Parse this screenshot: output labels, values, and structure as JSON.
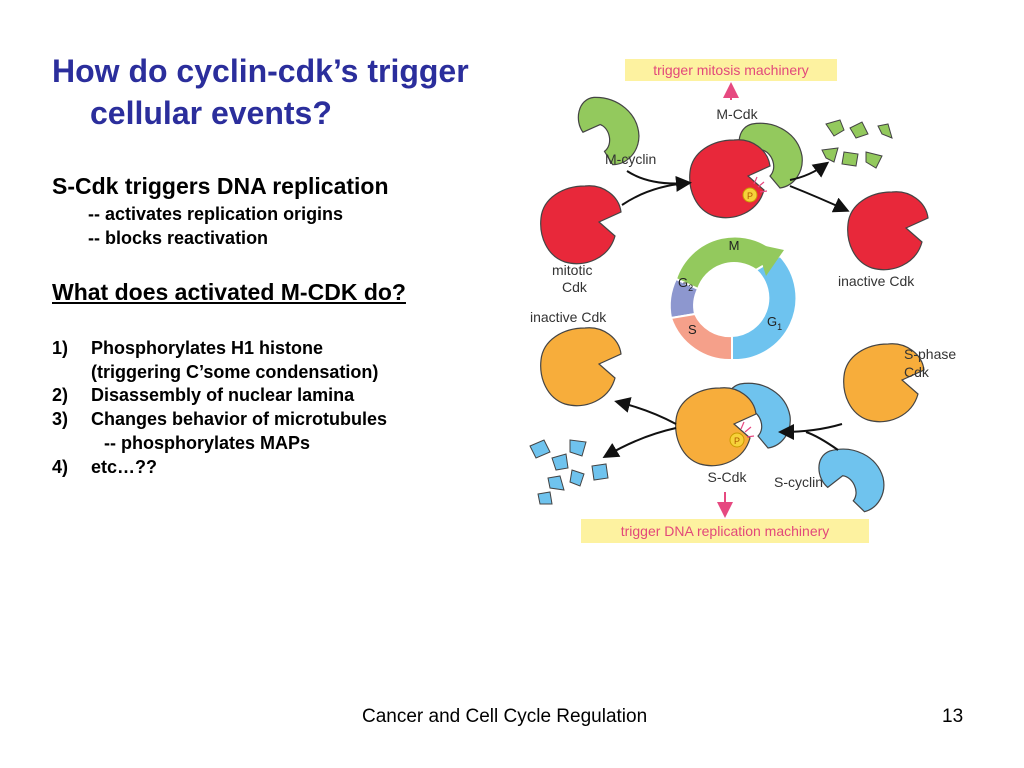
{
  "slide": {
    "title_line1": "How do cyclin-cdk’s trigger",
    "title_line2": "cellular events?",
    "scdk_heading": "S-Cdk triggers DNA replication",
    "scdk_point1": "-- activates replication origins",
    "scdk_point2": "-- blocks reactivation",
    "mcdk_question": "What does activated M-CDK do?",
    "items": [
      {
        "num": "1)",
        "line1": "Phosphorylates H1 histone",
        "line2": "(triggering  C’some condensation)"
      },
      {
        "num": "2)",
        "line1": "Disassembly of nuclear lamina"
      },
      {
        "num": "3)",
        "line1": "Changes behavior of microtubules",
        "line2": "-- phosphorylates MAPs"
      },
      {
        "num": "4)",
        "line1": "etc…??"
      }
    ],
    "footer_title": "Cancer and Cell Cycle Regulation",
    "page_number": "13"
  },
  "diagram": {
    "top_box": "trigger mitosis machinery",
    "bottom_box": "trigger DNA replication machinery",
    "m_cdk": "M-Cdk",
    "m_cyclin": "M-cyclin",
    "mitotic_cdk_1": "mitotic",
    "mitotic_cdk_2": "Cdk",
    "inactive_cdk_right": "inactive Cdk",
    "inactive_cdk_left": "inactive Cdk",
    "s_phase_cdk_1": "S-phase",
    "s_phase_cdk_2": "Cdk",
    "s_cdk": "S-Cdk",
    "s_cyclin": "S-cyclin",
    "phosphate": "P",
    "phase_m": "M",
    "phase_g2": "G",
    "phase_g2_sub": "2",
    "phase_s": "S",
    "phase_g1": "G",
    "phase_g1_sub": "1",
    "colors": {
      "cdk": "#e8283a",
      "m_cyclin": "#93c95d",
      "s_cdk": "#f7ad3b",
      "s_cyclin": "#6fc3ee",
      "label_box": "#fdf2a0",
      "arrow_pink": "#e64980",
      "phase_g2": "#8d97cf",
      "phase_s": "#f5a08a",
      "phase_g1": "#6ec3ef"
    }
  }
}
